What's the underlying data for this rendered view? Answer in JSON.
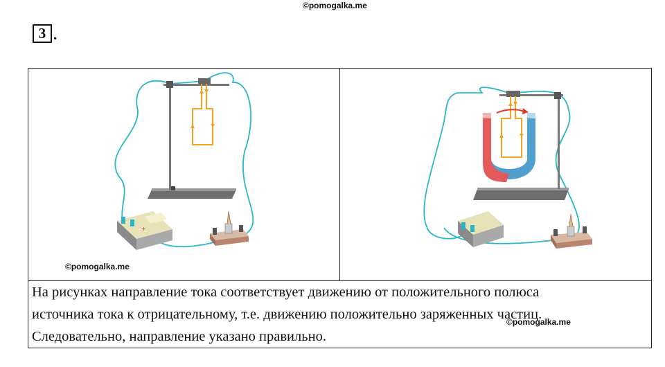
{
  "watermark": {
    "top": "©pomogalka.me",
    "left_figure": "©pomogalka.me",
    "caption": "©pomogalka.me"
  },
  "task": {
    "number": "3",
    "dot": "."
  },
  "caption": {
    "lines": [
      "На рисунках направление тока соответствует движению от положительного полюса",
      "источника тока к отрицательному, т.е. движению положительно заряженных частиц.",
      "Следовательно, направление указано правильно."
    ]
  },
  "colors": {
    "wire": "#2ab6c9",
    "frame": "#f2a323",
    "current_arrow": "#e0392b",
    "magnet_north": "#e35a5a",
    "magnet_south": "#4f9fcf",
    "stand_metal": "#6e6e6e"
  }
}
